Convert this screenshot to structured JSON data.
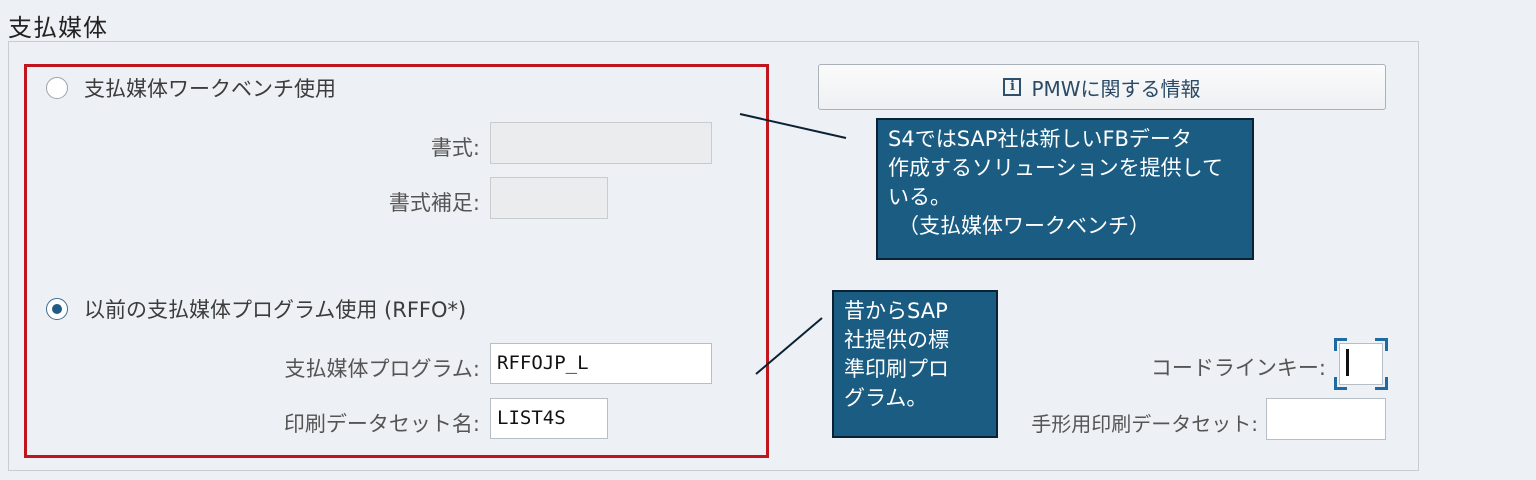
{
  "section": {
    "title": "支払媒体"
  },
  "option_pmw": {
    "label": "支払媒体ワークベンチ使用",
    "selected": false,
    "format_label": "書式:",
    "format_value": "",
    "format_supplement_label": "書式補足:",
    "format_supplement_value": ""
  },
  "option_classic": {
    "label": "以前の支払媒体プログラム使用 (RFFO*)",
    "selected": true,
    "program_label": "支払媒体プログラム:",
    "program_value": "RFFOJP_L",
    "print_dataset_label": "印刷データセット名:",
    "print_dataset_value": "LIST4S"
  },
  "pmw_info_button": {
    "icon": "info-icon",
    "icon_glyph": "i",
    "label": "PMWに関する情報"
  },
  "callouts": {
    "new_solution": {
      "lines": [
        "S4ではSAP社は新しいFBデータ",
        "作成するソリューションを提供して",
        "いる。",
        "（支払媒体ワークベンチ）"
      ]
    },
    "legacy_program": {
      "lines": [
        "昔からSAP",
        "社提供の標",
        "準印刷プロ",
        "グラム。"
      ]
    }
  },
  "right_fields": {
    "code_line_key_label": "コードラインキー:",
    "code_line_key_value": "",
    "bill_print_dataset_label": "手形用印刷データセット:",
    "bill_print_dataset_value": ""
  },
  "colors": {
    "highlight_border": "#c0151d",
    "callout_background": "#1a5c82",
    "radio_selected": "#1f5b86"
  }
}
